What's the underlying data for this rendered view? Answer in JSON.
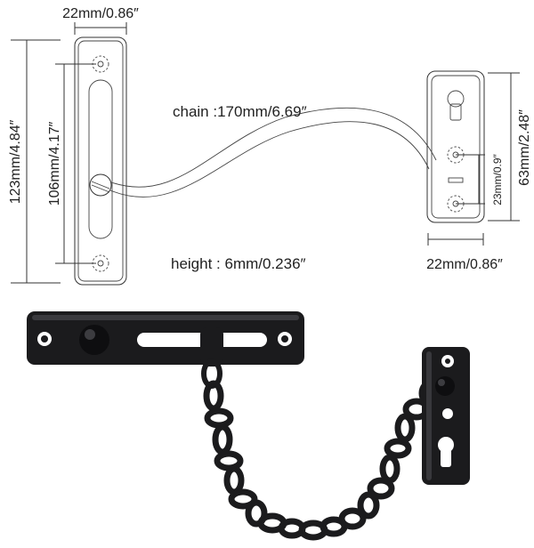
{
  "labels": {
    "top_width": "22mm/0.86″",
    "total_length": "123mm/4.84″",
    "hole_spacing": "106mm/4.17″",
    "chain": "chain :170mm/6.69″",
    "height": "height : 6mm/0.236″",
    "right_width": "22mm/0.86″",
    "right_length": "63mm/2.48″",
    "right_hole_spacing": "23mm/0.9″"
  },
  "colors": {
    "line": "#333333",
    "metal": "#1b1b1d",
    "background": "#ffffff"
  }
}
